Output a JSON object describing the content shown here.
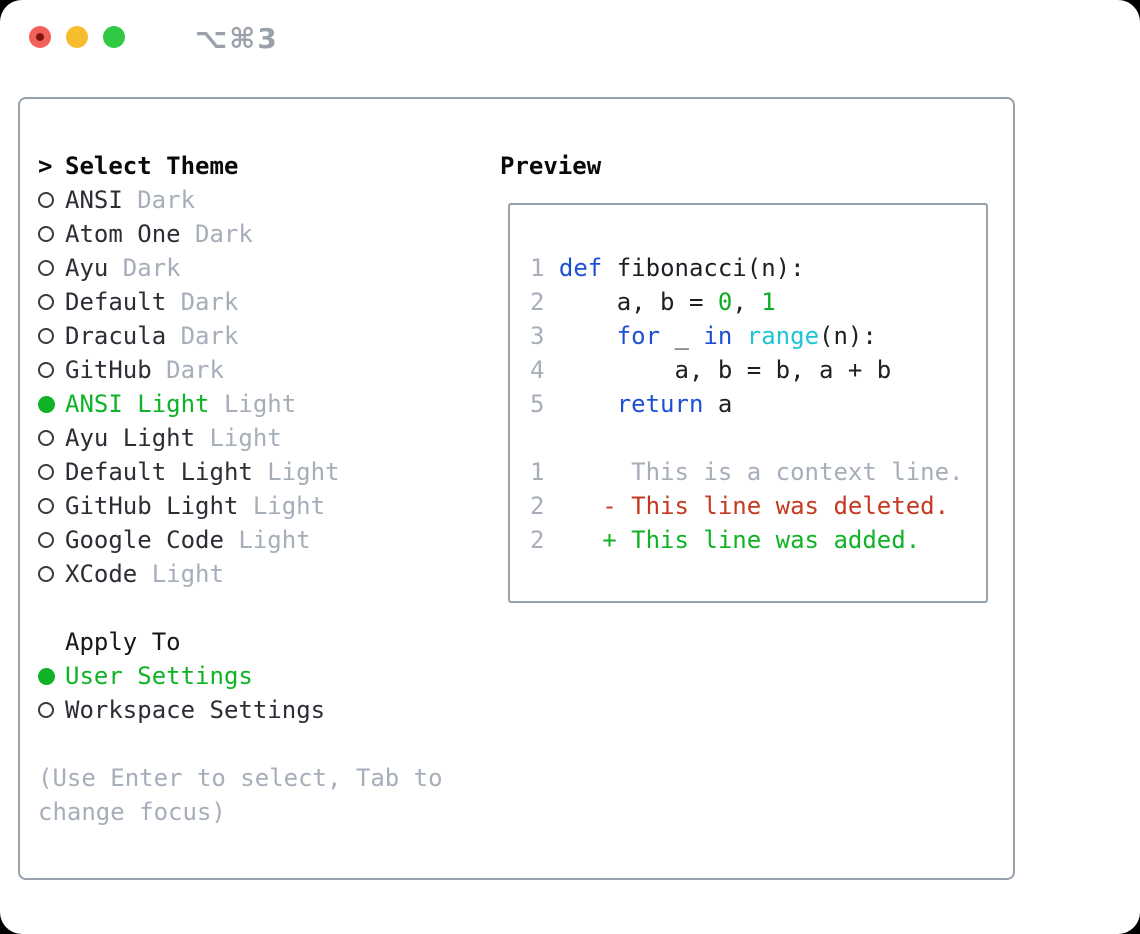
{
  "colors": {
    "ink": "#2e2e37",
    "ink-strong": "#0a0a0e",
    "muted": "#a6aeba",
    "green": "#0fb325",
    "code-green": "#0aad1f",
    "kw-blue": "#1c50d4",
    "cyan": "#1fc5d2",
    "red": "#c43a20",
    "border": "#97a1ac",
    "title-gray": "#9aa1a8",
    "tl-red": "#f2605a",
    "tl-red-dot": "#7e150d",
    "tl-yellow": "#f6bd2e",
    "tl-green": "#31c844"
  },
  "titlebar": {
    "shortcut": "⌥⌘3"
  },
  "theme_panel": {
    "header_marker": ">",
    "header_label": "Select Theme",
    "themes": [
      {
        "name": "ANSI",
        "variant": "Dark",
        "selected": false
      },
      {
        "name": "Atom One",
        "variant": "Dark",
        "selected": false
      },
      {
        "name": "Ayu",
        "variant": "Dark",
        "selected": false
      },
      {
        "name": "Default",
        "variant": "Dark",
        "selected": false
      },
      {
        "name": "Dracula",
        "variant": "Dark",
        "selected": false
      },
      {
        "name": "GitHub",
        "variant": "Dark",
        "selected": false
      },
      {
        "name": "ANSI Light",
        "variant": "Light",
        "selected": true
      },
      {
        "name": "Ayu Light",
        "variant": "Light",
        "selected": false
      },
      {
        "name": "Default Light",
        "variant": "Light",
        "selected": false
      },
      {
        "name": "GitHub Light",
        "variant": "Light",
        "selected": false
      },
      {
        "name": "Google Code",
        "variant": "Light",
        "selected": false
      },
      {
        "name": "XCode",
        "variant": "Light",
        "selected": false
      }
    ],
    "apply_to_label": "Apply To",
    "apply_options": [
      {
        "name": "User Settings",
        "selected": true
      },
      {
        "name": "Workspace Settings",
        "selected": false
      }
    ],
    "hint": "(Use Enter to select, Tab to change focus)"
  },
  "preview": {
    "label": "Preview",
    "lines": [
      {
        "gutter": "1",
        "tokens": [
          {
            "t": "def",
            "c": "kw"
          },
          {
            "t": " fibonacci(n):",
            "c": "pl"
          }
        ]
      },
      {
        "gutter": "2",
        "tokens": [
          {
            "t": "    a, b = ",
            "c": "pl"
          },
          {
            "t": "0",
            "c": "grn"
          },
          {
            "t": ", ",
            "c": "pl"
          },
          {
            "t": "1",
            "c": "grn"
          }
        ]
      },
      {
        "gutter": "3",
        "tokens": [
          {
            "t": "    ",
            "c": "pl"
          },
          {
            "t": "for",
            "c": "kw"
          },
          {
            "t": " _ ",
            "c": "pl"
          },
          {
            "t": "in",
            "c": "kw"
          },
          {
            "t": " ",
            "c": "pl"
          },
          {
            "t": "range",
            "c": "cy"
          },
          {
            "t": "(n):",
            "c": "pl"
          }
        ]
      },
      {
        "gutter": "4",
        "tokens": [
          {
            "t": "        a, b = b, a + b",
            "c": "pl"
          }
        ]
      },
      {
        "gutter": "5",
        "tokens": [
          {
            "t": "    ",
            "c": "pl"
          },
          {
            "t": "return",
            "c": "kw"
          },
          {
            "t": " a",
            "c": "pl"
          }
        ]
      },
      {
        "gutter": "",
        "tokens": []
      },
      {
        "gutter": "1",
        "tokens": [
          {
            "t": "     This is a context line.",
            "c": "mut"
          }
        ]
      },
      {
        "gutter": "2",
        "tokens": [
          {
            "t": "   - This line was deleted.",
            "c": "red"
          }
        ]
      },
      {
        "gutter": "2",
        "tokens": [
          {
            "t": "   + This line was added.",
            "c": "add"
          }
        ]
      }
    ]
  }
}
